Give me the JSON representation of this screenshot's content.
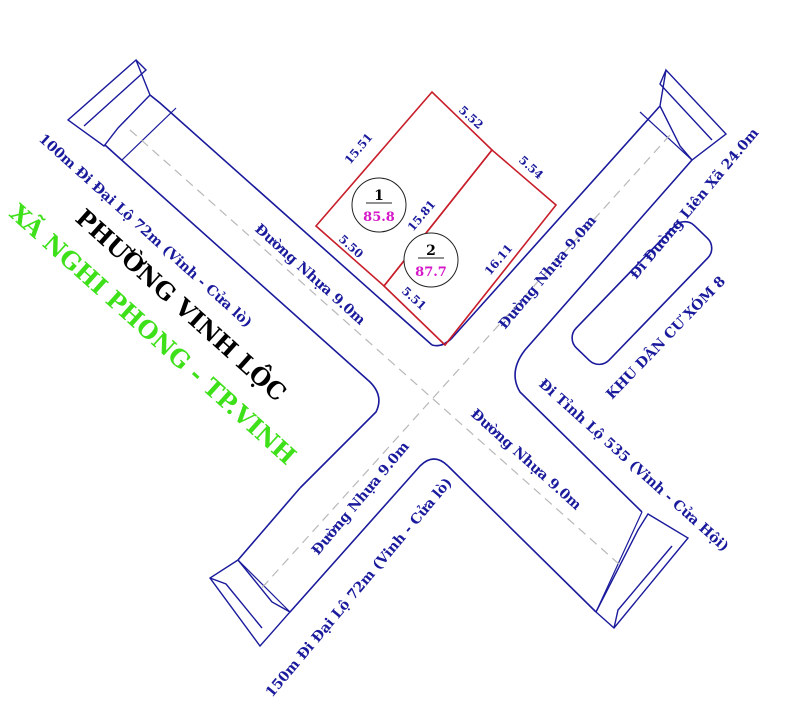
{
  "labels": {
    "ward": "PHƯỜNG VINH LỘC",
    "commune": "XÃ NGHI PHONG - TP.VINH",
    "residential_area": "KHU DÂN CƯ XÓM 8",
    "road_nw": "100m Đi Đại Lộ 72m (Vinh - Cửa lò)",
    "road_se": "150m Đi Đại Lộ 72m (Vinh - Cửa lò)",
    "road_ne": "Đi Đường Liên Xã 24.0m",
    "road_se_right": "Đi Tỉnh Lộ 535 (Vinh - Cửa Hội)",
    "street_nw_segment": "Đường Nhựa 9.0m",
    "street_ne_segment": "Đường Nhựa 9.0m",
    "street_sw_segment": "Đường Nhựa 9.0m",
    "street_se_segment": "Đường Nhựa 9.0m"
  },
  "lots": [
    {
      "number": "1",
      "area": "85.8"
    },
    {
      "number": "2",
      "area": "87.7"
    }
  ],
  "dimensions": {
    "lot1_top": "5.52",
    "lot1_left": "15.51",
    "lot1_bottom": "5.50",
    "shared_side": "15.81",
    "lot2_top": "5.54",
    "lot2_right": "16.11",
    "lot2_bottom": "5.51"
  },
  "colors": {
    "road": "#1a1a9c",
    "lot_border": "#c81e2a",
    "ward_text": "#000000",
    "commune_text": "#3ee01a",
    "area_text": "#d417c8"
  }
}
